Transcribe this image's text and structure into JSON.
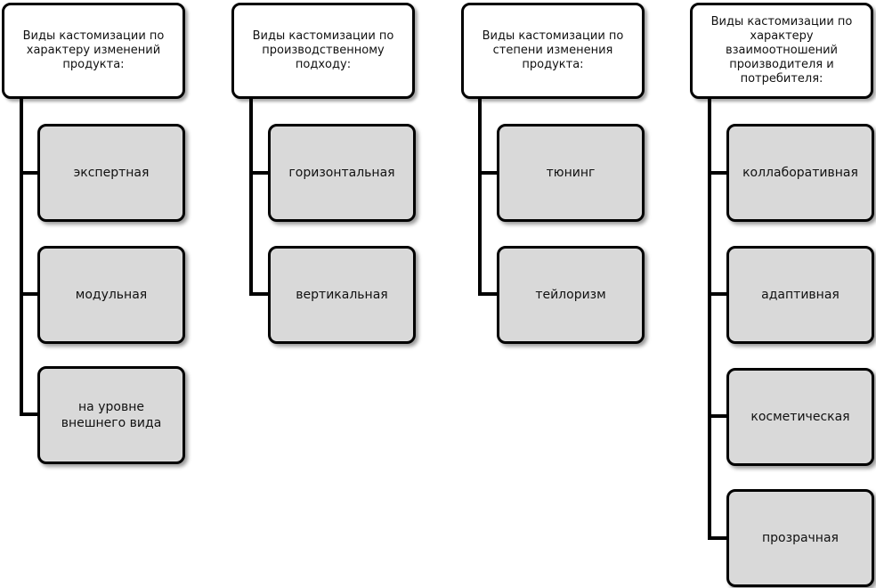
{
  "colors": {
    "header_fill": "#ffffff",
    "item_fill": "#d9d9d9",
    "border": "#000000",
    "connector": "#000000"
  },
  "groups": [
    {
      "header": "Виды кастомизации по характеру изменений продукта:",
      "items": [
        "экспертная",
        "модульная",
        "на уровне внешнего вида"
      ]
    },
    {
      "header": "Виды кастомизации по производственному подходу:",
      "items": [
        "горизонтальная",
        "вертикальная"
      ]
    },
    {
      "header": "Виды кастомизации по степени изменения продукта:",
      "items": [
        "тюнинг",
        "тейлоризм"
      ]
    },
    {
      "header": "Виды кастомизации по характеру взаимоотношений производителя и потребителя:",
      "items": [
        "коллаборативная",
        "адаптивная",
        "косметическая",
        "прозрачная"
      ]
    }
  ]
}
